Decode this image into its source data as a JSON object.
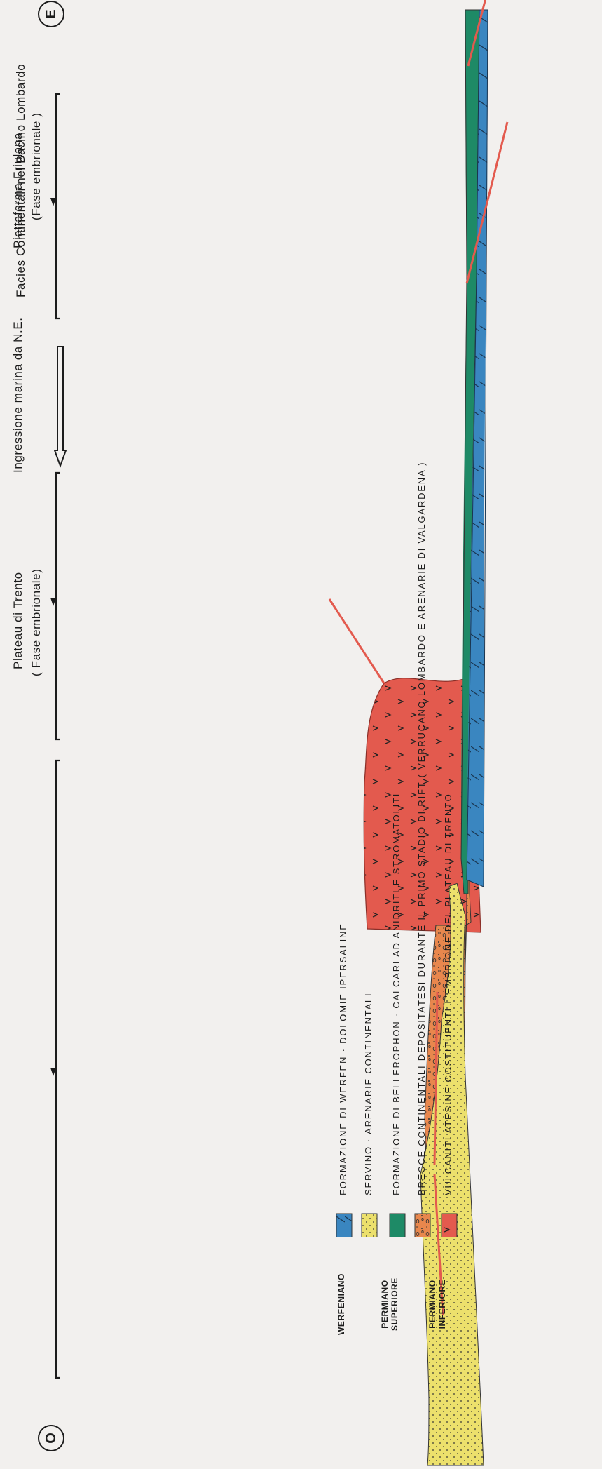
{
  "header": {
    "bacino": "Facies  Continentali nel  Bacino  Lombardo",
    "plateau_title": "Plateau di Trento",
    "plateau_sub": "( Fase embrionale)",
    "ingressione": "Ingressione marina da N.E.",
    "friulana_title": "Piattaforma Friulana",
    "friulana_sub": "(Fase  embrionale )"
  },
  "markers": {
    "west": "O",
    "east": "E"
  },
  "legend": {
    "groups": [
      {
        "label": "WERFENIANO"
      },
      {
        "label": "PERMIANO SUPERIORE"
      },
      {
        "label": "PERMIANO INFERIORE"
      }
    ],
    "items": [
      {
        "text": "FORMAZIONE  DI WERFEN · DOLOMIE  IPERSALINE",
        "color": "#3a86c0"
      },
      {
        "text": "SERVINO · ARENARIE  CONTINENTALI",
        "color": "#ece06c"
      },
      {
        "text": "FORMAZIONE  DI  BELLEROPHON · CALCARI  AD  ANIDRITI  E  STROMATOLITI",
        "color": "#1e8a66"
      },
      {
        "text": "BRECCE  CONTINENTALI  DEPOSITATESI  DURANTE  IL  PRIMO  STADIO  DI  RIFT ( VERRUCANO  LOMBARDO  E  ARENARIE  DI  VALGARDENA )",
        "color": "#e8874d"
      },
      {
        "text": "VULCANITI  ATESINE  COSTITUENTI  L'EMBRIONE  DEL  PLATEAU  DI  TRENTO",
        "color": "#e35a4e"
      }
    ]
  }
}
